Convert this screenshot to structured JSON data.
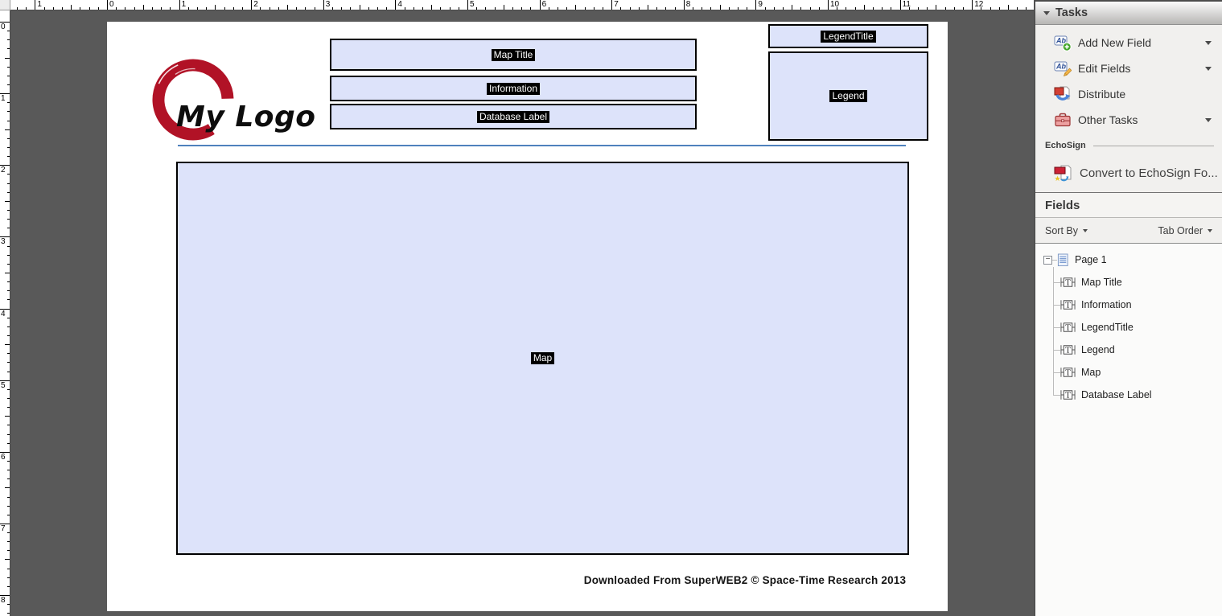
{
  "rulers": {
    "horizontal_labels": [
      "1",
      "0",
      "1",
      "2",
      "3",
      "4",
      "5",
      "6",
      "7",
      "8",
      "9",
      "10",
      "11",
      "12"
    ],
    "vertical_labels": [
      "0",
      "1",
      "2",
      "3",
      "4",
      "5",
      "6",
      "7",
      "8"
    ]
  },
  "page": {
    "logo_text": "My Logo",
    "footer_text": "Downloaded From SuperWEB2 © Space-Time Research 2013",
    "fields": [
      {
        "name": "map-title",
        "label": "Map Title"
      },
      {
        "name": "information",
        "label": "Information"
      },
      {
        "name": "database-label",
        "label": "Database Label"
      },
      {
        "name": "legend-title",
        "label": "LegendTitle"
      },
      {
        "name": "legend",
        "label": "Legend"
      },
      {
        "name": "map",
        "label": "Map"
      }
    ]
  },
  "sidebar": {
    "tasks": {
      "title": "Tasks",
      "items": [
        {
          "label": "Add New Field",
          "icon": "add-new-field-icon",
          "has_dropdown": true
        },
        {
          "label": "Edit Fields",
          "icon": "edit-fields-icon",
          "has_dropdown": true
        },
        {
          "label": "Distribute",
          "icon": "distribute-icon",
          "has_dropdown": false
        },
        {
          "label": "Other Tasks",
          "icon": "other-tasks-icon",
          "has_dropdown": true
        }
      ],
      "echosign_section_label": "EchoSign",
      "echosign_item_label": "Convert to EchoSign Fo..."
    },
    "fields_panel": {
      "title": "Fields",
      "sort_by_label": "Sort By",
      "tab_order_label": "Tab Order",
      "tree": {
        "root_label": "Page 1",
        "items": [
          "Map Title",
          "Information",
          "LegendTitle",
          "Legend",
          "Map",
          "Database Label"
        ]
      }
    }
  },
  "colors": {
    "field_fill": "#dde3fa",
    "field_border": "#000000",
    "accent_line_blue": "#4f81bd",
    "logo_red": "#b11226",
    "pasteboard_gray": "#595959"
  }
}
